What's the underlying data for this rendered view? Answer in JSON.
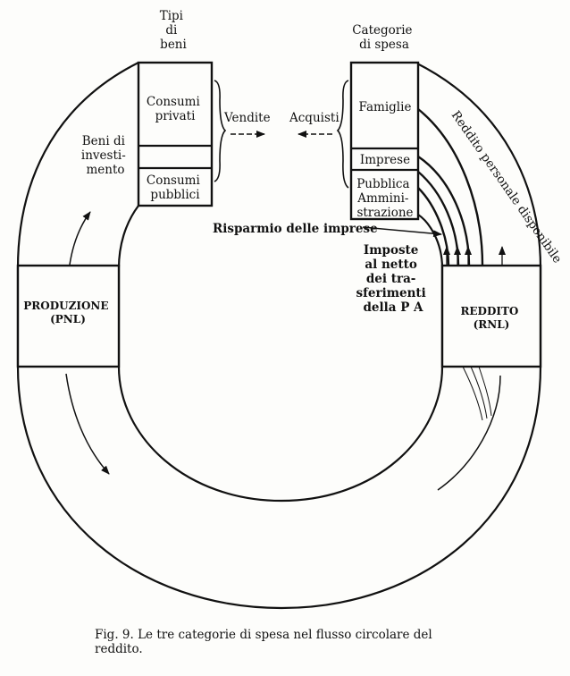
{
  "header": {
    "tipi_di_beni": [
      "Tipi",
      "di",
      "beni"
    ],
    "categorie_di_spesa": [
      "Categorie",
      "di spesa"
    ]
  },
  "left_column": {
    "consumi_privati": [
      "Consumi",
      "privati"
    ],
    "consumi_pubblici": [
      "Consumi",
      "pubblici"
    ]
  },
  "right_column": {
    "famiglie": "Famiglie",
    "imprese": "Imprese",
    "pubblica_amministrazione": [
      "Pubblica",
      "Ammini-",
      "strazione"
    ]
  },
  "flows": {
    "vendite": "Vendite",
    "acquisti": "Acquisti",
    "beni_di_investimento": [
      "Beni di",
      "investi-",
      "mento"
    ],
    "risparmio_delle_imprese": "Risparmio delle imprese",
    "imposte": [
      "Imposte",
      "al netto",
      "dei tra-",
      "sferimenti",
      "della P A"
    ],
    "reddito_personale_disponibile": "Reddito personale disponibile"
  },
  "nodes": {
    "produzione": [
      "PRODUZIONE",
      "(PNL)"
    ],
    "reddito": [
      "REDDITO",
      "(RNL)"
    ]
  },
  "caption": {
    "line1": "Fig. 9.   Le tre categorie di spesa nel flusso circolare del",
    "line2": "reddito."
  }
}
